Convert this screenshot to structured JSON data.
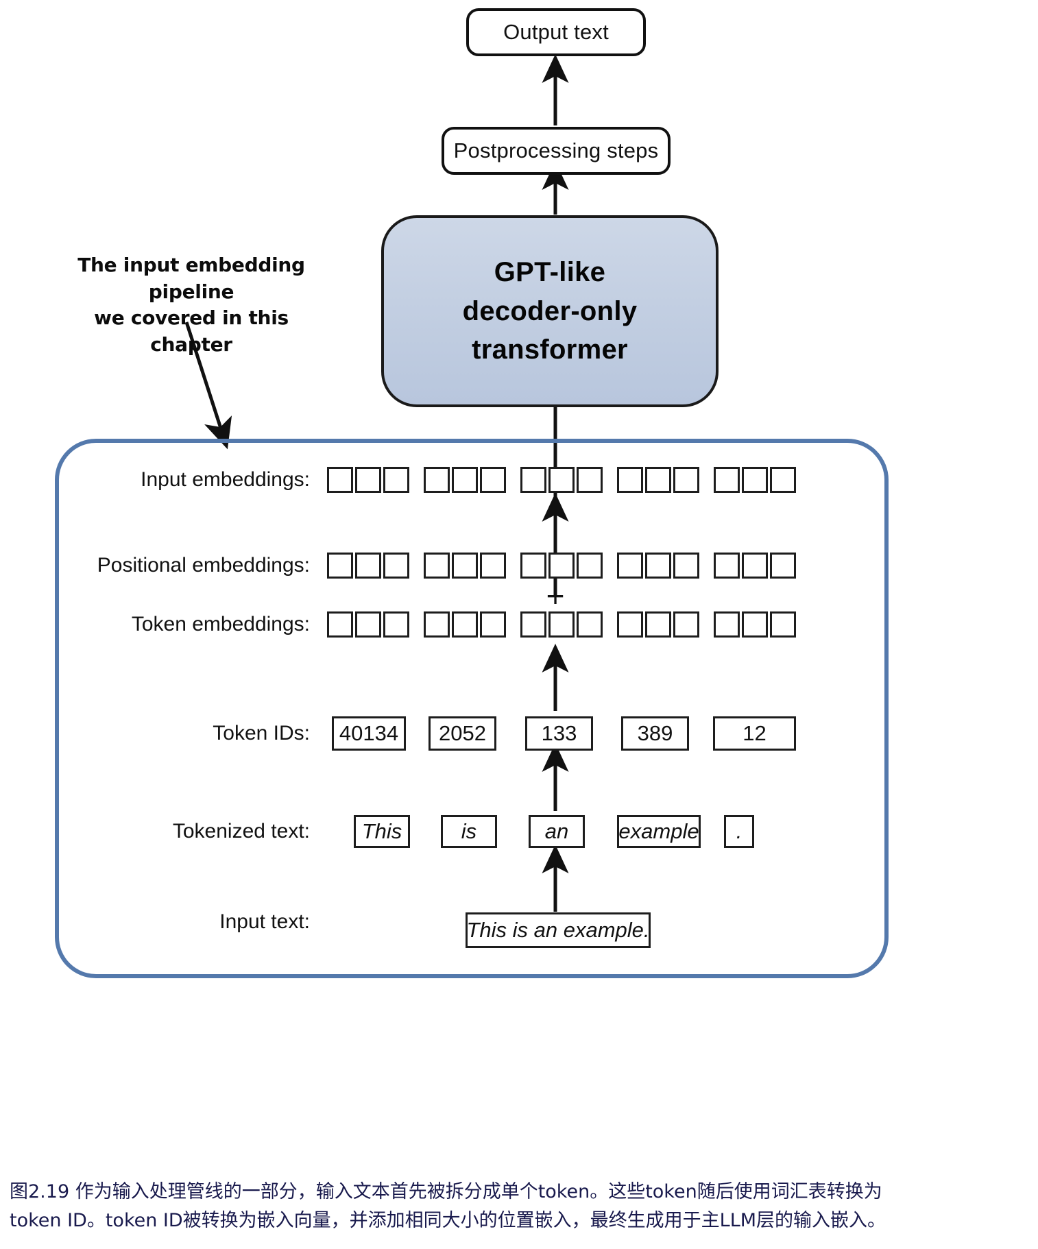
{
  "diagram": {
    "title": "LLM input embedding pipeline",
    "output_box": {
      "label": "Output text"
    },
    "postprocessing_box": {
      "label": "Postprocessing steps"
    },
    "transformer_box": {
      "line1": "GPT-like",
      "line2": "decoder-only",
      "line3": "transformer",
      "fill_color": "#c3cfe2",
      "border_color": "#1a1a1a"
    },
    "annotation": {
      "line1": "The input embedding pipeline",
      "line2": "we covered in this chapter"
    },
    "pipeline_container": {
      "border_color": "#5479ac"
    },
    "plus_symbol": "+",
    "rows": {
      "input_embeddings": {
        "label": "Input embeddings:",
        "groups": 5,
        "cells_per_group": 3
      },
      "positional_embeddings": {
        "label": "Positional embeddings:",
        "groups": 5,
        "cells_per_group": 3
      },
      "token_embeddings": {
        "label": "Token embeddings:",
        "groups": 5,
        "cells_per_group": 3
      },
      "token_ids": {
        "label": "Token IDs:",
        "values": [
          "40134",
          "2052",
          "133",
          "389",
          "12"
        ]
      },
      "tokenized_text": {
        "label": "Tokenized text:",
        "values": [
          "This",
          "is",
          "an",
          "example",
          "."
        ]
      },
      "input_text": {
        "label": "Input text:",
        "value": "This is an example."
      }
    }
  },
  "caption": {
    "line1": "图2.19 作为输入处理管线的一部分，输入文本首先被拆分成单个token。这些token随后使用词汇表转换为",
    "line2": "token ID。token ID被转换为嵌入向量，并添加相同大小的位置嵌入，最终生成用于主LLM层的输入嵌入。"
  }
}
